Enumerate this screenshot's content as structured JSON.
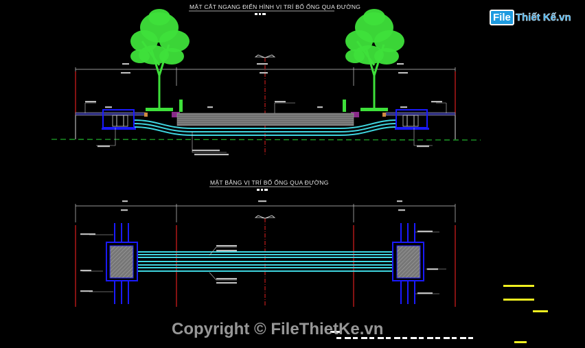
{
  "section_view": {
    "title": "MẶT CẮT NGANG ĐIỂN HÌNH VỊ TRÍ BỐ ỐNG QUA ĐƯỜNG"
  },
  "plan_view": {
    "title": "MẶT BẰNG VỊ TRÍ BỐ ỐNG QUA ĐƯỜNG"
  },
  "watermark": "Copyright © FileThietKe.vn",
  "logo": {
    "part1": "File",
    "part2": "Thiết Kế.vn"
  },
  "colors": {
    "background": "#000000",
    "pipe": "#3fd6e0",
    "box": "#1a1aff",
    "boundary": "#b01818",
    "ground": "#1fa82a",
    "tree": "#3ee03a",
    "road": "#8a8a8a",
    "note_text": "#f0f020"
  }
}
